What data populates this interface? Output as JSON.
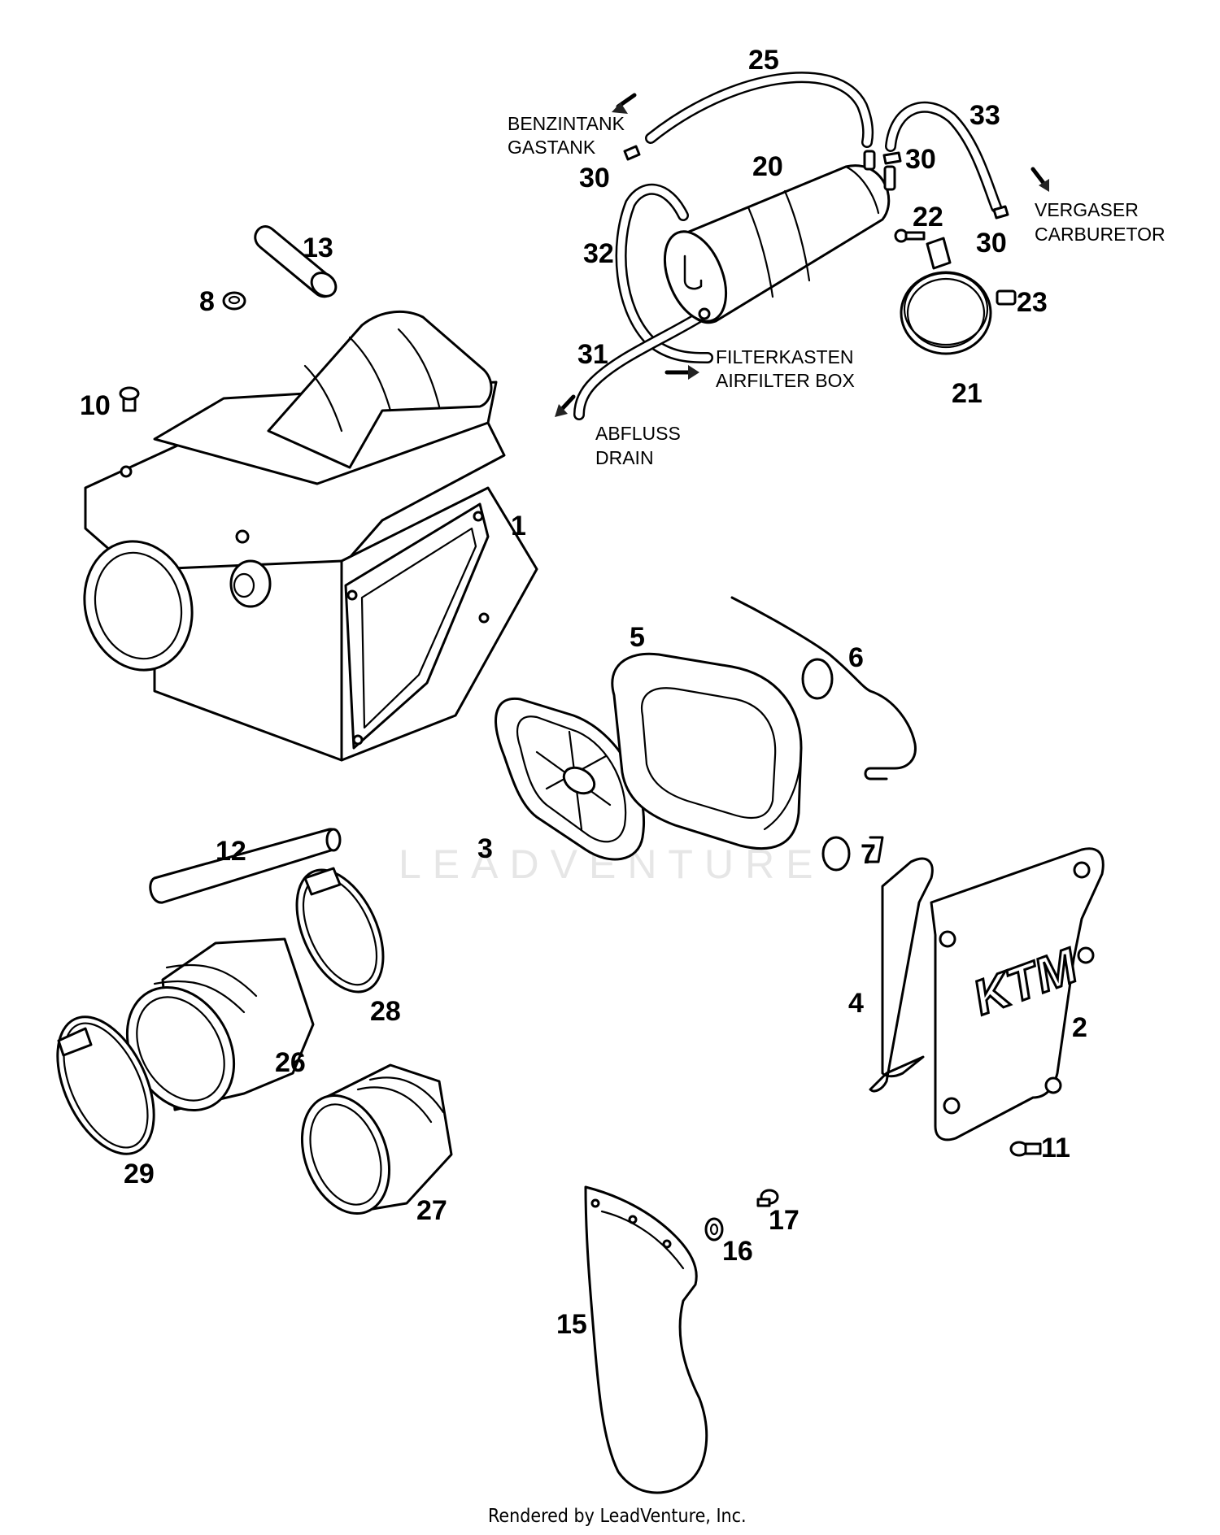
{
  "watermark": "LEADVENTURE",
  "footer": "Rendered by LeadVenture, Inc.",
  "notes": {
    "fuel_tank_de": "BENZINTANK",
    "fuel_tank_en": "GASTANK",
    "carb_de": "VERGASER",
    "carb_en": "CARBURETOR",
    "airbox_de": "FILTERKASTEN",
    "airbox_en": "AIRFILTER BOX",
    "drain_de": "ABFLUSS",
    "drain_en": "DRAIN"
  },
  "callouts": {
    "c1": "1",
    "c2": "2",
    "c3": "3",
    "c4": "4",
    "c5": "5",
    "c6": "6",
    "c7": "7",
    "c8": "8",
    "c10": "10",
    "c11": "11",
    "c12": "12",
    "c13": "13",
    "c15": "15",
    "c16": "16",
    "c17": "17",
    "c20": "20",
    "c21": "21",
    "c22": "22",
    "c23": "23",
    "c25": "25",
    "c26": "26",
    "c27": "27",
    "c28": "28",
    "c29": "29",
    "c30a": "30",
    "c30b": "30",
    "c30c": "30",
    "c31": "31",
    "c32": "32",
    "c33": "33"
  },
  "brand_logo_text": "KTM"
}
